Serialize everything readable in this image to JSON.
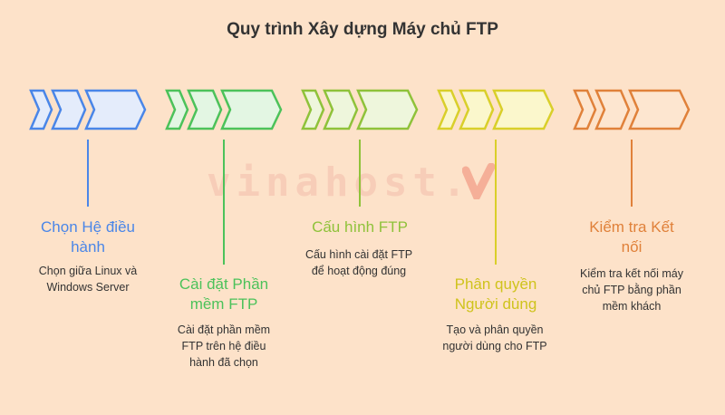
{
  "title": "Quy trình Xây dựng Máy chủ FTP",
  "watermark": "vinahost.",
  "colors": {
    "background": "#fde2c9",
    "step1": "#4a86e8",
    "step2": "#4cc25a",
    "step3": "#8fc23a",
    "step4": "#d9cf2a",
    "step5": "#e0813a"
  },
  "steps": [
    {
      "heading": "Chọn Hệ điều hành",
      "heading_line1": "Chọn Hệ điều",
      "heading_line2": "hành",
      "desc_line1": "Chọn giữa Linux và",
      "desc_line2": "Windows Server"
    },
    {
      "heading_line1": "Cài đặt Phần",
      "heading_line2": "mềm FTP",
      "desc_line1": "Cài đặt phần mềm",
      "desc_line2": "FTP trên hệ điều",
      "desc_line3": "hành đã chọn"
    },
    {
      "heading_line1": "Cấu hình FTP",
      "desc_line1": "Cấu hình cài đặt FTP",
      "desc_line2": "để hoạt động đúng"
    },
    {
      "heading_line1": "Phân quyền",
      "heading_line2": "Người dùng",
      "desc_line1": "Tạo và phân quyền",
      "desc_line2": "người dùng cho FTP"
    },
    {
      "heading_line1": "Kiểm tra Kết",
      "heading_line2": "nối",
      "desc_line1": "Kiểm tra kết nối máy",
      "desc_line2": "chủ FTP bằng phần",
      "desc_line3": "mềm khách"
    }
  ]
}
